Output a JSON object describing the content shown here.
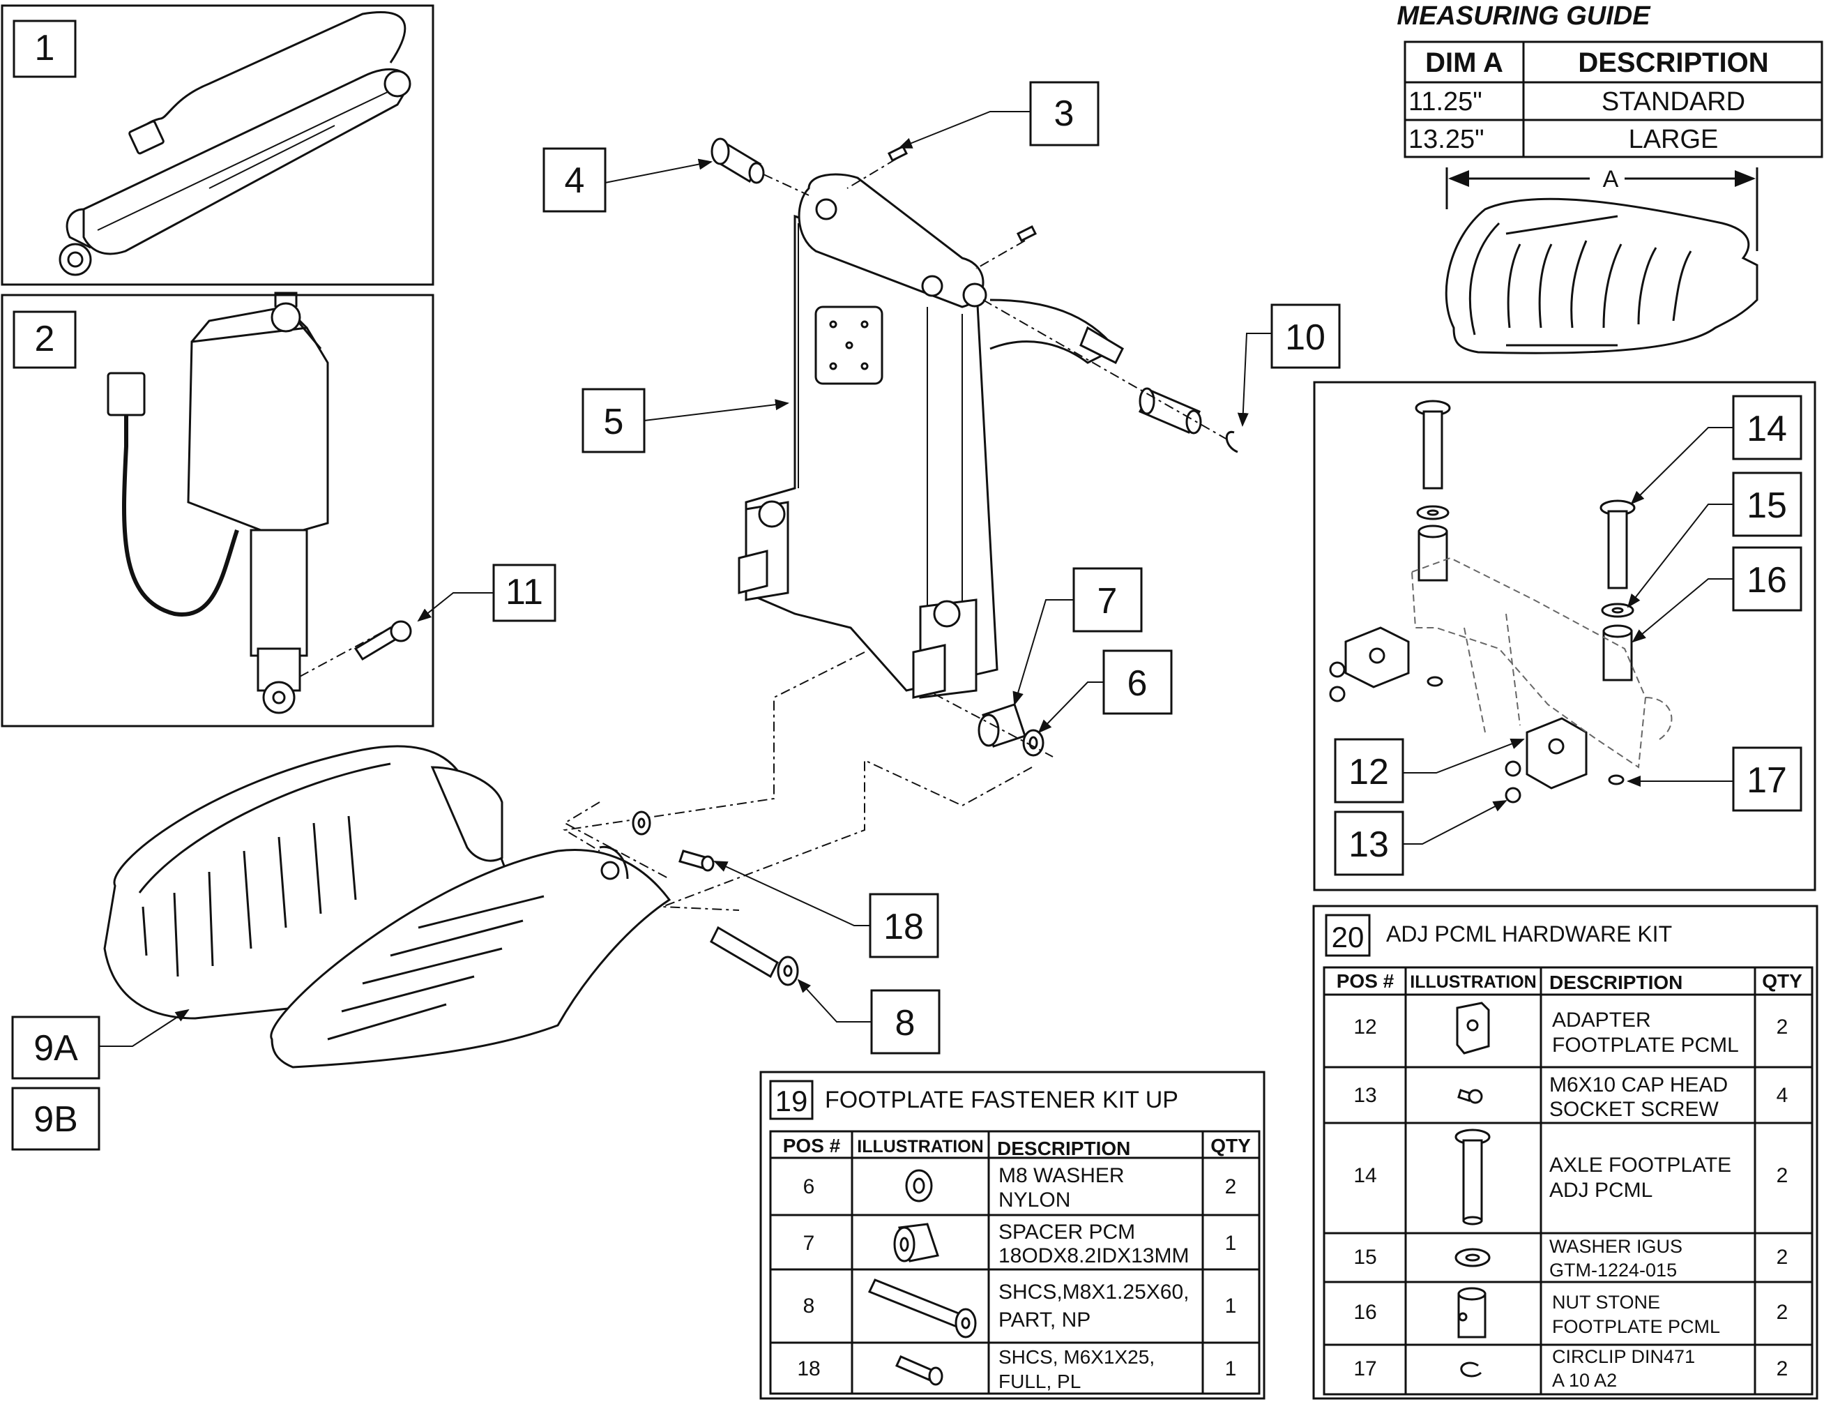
{
  "callouts": {
    "c1": "1",
    "c2": "2",
    "c3": "3",
    "c4": "4",
    "c5": "5",
    "c6": "6",
    "c7": "7",
    "c8": "8",
    "c9a": "9A",
    "c9b": "9B",
    "c10": "10",
    "c11": "11",
    "c12": "12",
    "c13": "13",
    "c14": "14",
    "c15": "15",
    "c16": "16",
    "c17": "17",
    "c18": "18"
  },
  "measuring_guide": {
    "title": "MEASURING GUIDE",
    "col_dim": "DIM A",
    "col_desc": "DESCRIPTION",
    "rows": [
      {
        "dim": "11.25\"",
        "desc": "STANDARD"
      },
      {
        "dim": "13.25\"",
        "desc": "LARGE"
      }
    ],
    "dim_label": "A"
  },
  "kit19": {
    "number": "19",
    "title": "FOOTPLATE FASTENER KIT UP",
    "headers": [
      "POS #",
      "ILLUSTRATION",
      "DESCRIPTION",
      "QTY"
    ],
    "rows": [
      {
        "pos": "6",
        "desc1": "M8 WASHER",
        "desc2": "NYLON",
        "qty": "2",
        "icon": "washer-icon"
      },
      {
        "pos": "7",
        "desc1": "SPACER PCM",
        "desc2": "18ODX8.2IDX13MM",
        "qty": "1",
        "icon": "spacer-icon"
      },
      {
        "pos": "8",
        "desc1": "SHCS,M8X1.25X60,",
        "desc2": "PART, NP",
        "qty": "1",
        "icon": "long-screw-icon"
      },
      {
        "pos": "18",
        "desc1": "SHCS, M6X1X25,",
        "desc2": "FULL, PL",
        "qty": "1",
        "icon": "short-screw-icon"
      }
    ]
  },
  "kit20": {
    "number": "20",
    "title": "ADJ PCML HARDWARE KIT",
    "headers": [
      "POS #",
      "ILLUSTRATION",
      "DESCRIPTION",
      "QTY"
    ],
    "rows": [
      {
        "pos": "12",
        "desc1": "ADAPTER",
        "desc2": "FOOTPLATE PCML",
        "qty": "2",
        "icon": "adapter-icon"
      },
      {
        "pos": "13",
        "desc1": "M6X10 CAP HEAD",
        "desc2": "SOCKET SCREW",
        "qty": "4",
        "icon": "cap-screw-icon"
      },
      {
        "pos": "14",
        "desc1": "AXLE FOOTPLATE",
        "desc2": "ADJ PCML",
        "qty": "2",
        "icon": "axle-icon"
      },
      {
        "pos": "15",
        "desc1": "WASHER IGUS",
        "desc2": "GTM-1224-015",
        "qty": "2",
        "icon": "washer-icon"
      },
      {
        "pos": "16",
        "desc1": "NUT STONE",
        "desc2": "FOOTPLATE PCML",
        "qty": "2",
        "icon": "nut-stone-icon"
      },
      {
        "pos": "17",
        "desc1": "CIRCLIP DIN471",
        "desc2": "A 10 A2",
        "qty": "2",
        "icon": "circlip-icon"
      }
    ]
  }
}
